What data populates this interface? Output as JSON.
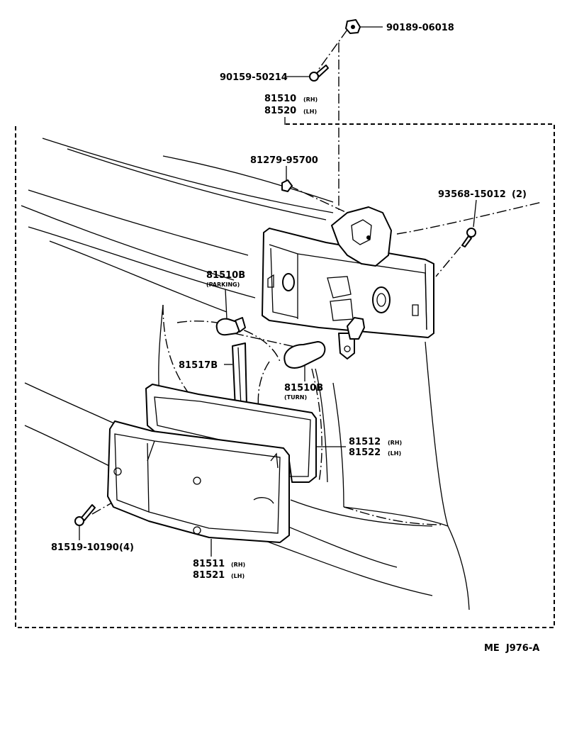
{
  "parts": {
    "nut": {
      "number": "90189-06018"
    },
    "screw_top": {
      "number": "90159-50214"
    },
    "lamp_assy": {
      "number_rh": "81510",
      "tag_rh": "(RH)",
      "number_lh": "81520",
      "tag_lh": "(LH)"
    },
    "clip": {
      "number": "81279-95700"
    },
    "screw_side": {
      "number": "93568-15012",
      "qty": "(2)"
    },
    "bulb_parking": {
      "number": "81510B",
      "note": "(PARKING)"
    },
    "socket": {
      "number": "81517B"
    },
    "bulb_turn": {
      "number": "81510B",
      "note": "(TURN)"
    },
    "gasket": {
      "number_rh": "81512",
      "tag_rh": "(RH)",
      "number_lh": "81522",
      "tag_lh": "(LH)"
    },
    "screw_lens": {
      "number": "81519-10190",
      "qty": "(4)"
    },
    "lens": {
      "number_rh": "81511",
      "tag_rh": "(RH)",
      "number_lh": "81521",
      "tag_lh": "(LH)"
    }
  },
  "reference": "ME  J976-A"
}
